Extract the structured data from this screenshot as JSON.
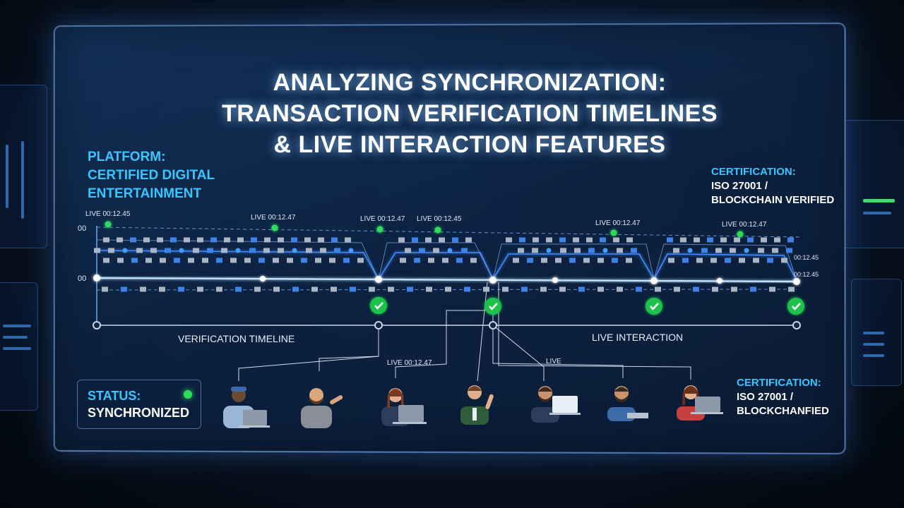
{
  "title": {
    "line1": "ANALYZING SYNCHRONIZATION:",
    "line2": "TRANSACTION VERIFICATION TIMELINES",
    "line3": "& LIVE INTERACTION FEATURES"
  },
  "platform": {
    "label": "PLATFORM:",
    "line1": "CERTIFIED DIGITAL",
    "line2": "ENTERTAINMENT"
  },
  "certification_top": {
    "label": "CERTIFICATION:",
    "line1": "ISO 27001 /",
    "line2": "BLOCKCHAIN VERIFIED"
  },
  "certification_bottom": {
    "label": "CERTIFICATION:",
    "line1": "ISO 27001 /",
    "line2": "BLOCKCHANFIED"
  },
  "status": {
    "label": "STATUS:",
    "value": "SYNCHRONIZED",
    "color": "#2fdc5a"
  },
  "sections": {
    "verification": "VERIFICATION TIMELINE",
    "live": "LIVE INTERACTION"
  },
  "axis": {
    "row1": "00",
    "row2": "00"
  },
  "timestamps": [
    {
      "text": "LIVE 00:12.45"
    },
    {
      "text": "LIVE 00:12.47"
    },
    {
      "text": "LIVE 00:12.47"
    },
    {
      "text": "LIVE 00:12.45"
    },
    {
      "text": "LIVE 00:12.47"
    },
    {
      "text": "LIVE 00:12.47"
    }
  ],
  "right_stamps": [
    "00:12.45",
    "00:12.45"
  ],
  "connector_labels": {
    "left": "LIVE 00:12.47",
    "right": "LIVE"
  },
  "colors": {
    "accent": "#39c6ff",
    "line": "#5aa8ff",
    "check": "#2fdc5a",
    "live_dot": "#2fdc5a"
  }
}
